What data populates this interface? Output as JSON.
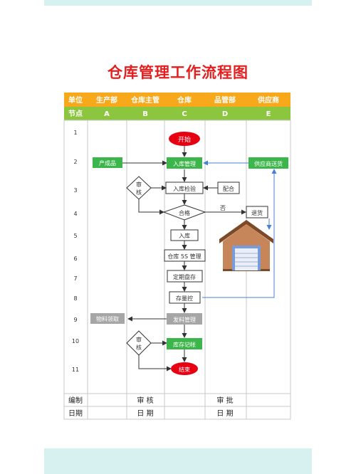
{
  "title": "仓库管理工作流程图",
  "colors": {
    "header_orange": "#f7a81b",
    "header_green": "#8cc63f",
    "box_green": "#3cb64a",
    "box_gray": "#a6a6a6",
    "start_end_red": "#e60012",
    "grid_line": "#c9c9c9",
    "arrow_blue": "#4a7fd1"
  },
  "header": {
    "row1_label": "单位",
    "row2_label": "节点",
    "departments": [
      "生产部",
      "仓库主管",
      "仓库",
      "品管部",
      "供应商"
    ],
    "nodes": [
      "A",
      "B",
      "C",
      "D",
      "E"
    ]
  },
  "step_numbers": [
    "1",
    "2",
    "3",
    "4",
    "5",
    "6",
    "7",
    "8",
    "9",
    "10",
    "11"
  ],
  "shapes": {
    "start": "开始",
    "product": "产成品",
    "inbound_mgmt": "入库管理",
    "supplier_delivery": "供应商送货",
    "review1_line1": "审",
    "review1_line2": "核",
    "inbound_inspection": "入库检验",
    "cooperate": "配合",
    "qualified": "合格",
    "no": "否",
    "return_goods": "退货",
    "inbound": "入库",
    "warehouse_5s": "仓库 5S 管理",
    "regular_inventory": "定期盘存",
    "stock_control": "存量控",
    "material_requisition": "物料领取",
    "issue_mgmt": "发料管理",
    "review2_line1": "审",
    "review2_line2": "核",
    "inventory_record": "库存记帐",
    "end": "结束"
  },
  "warehouse_icon": "warehouse-icon",
  "footer": {
    "row1": [
      "编制",
      "审 核",
      "审 批"
    ],
    "row2": [
      "日期",
      "日 期",
      "日 期"
    ]
  }
}
